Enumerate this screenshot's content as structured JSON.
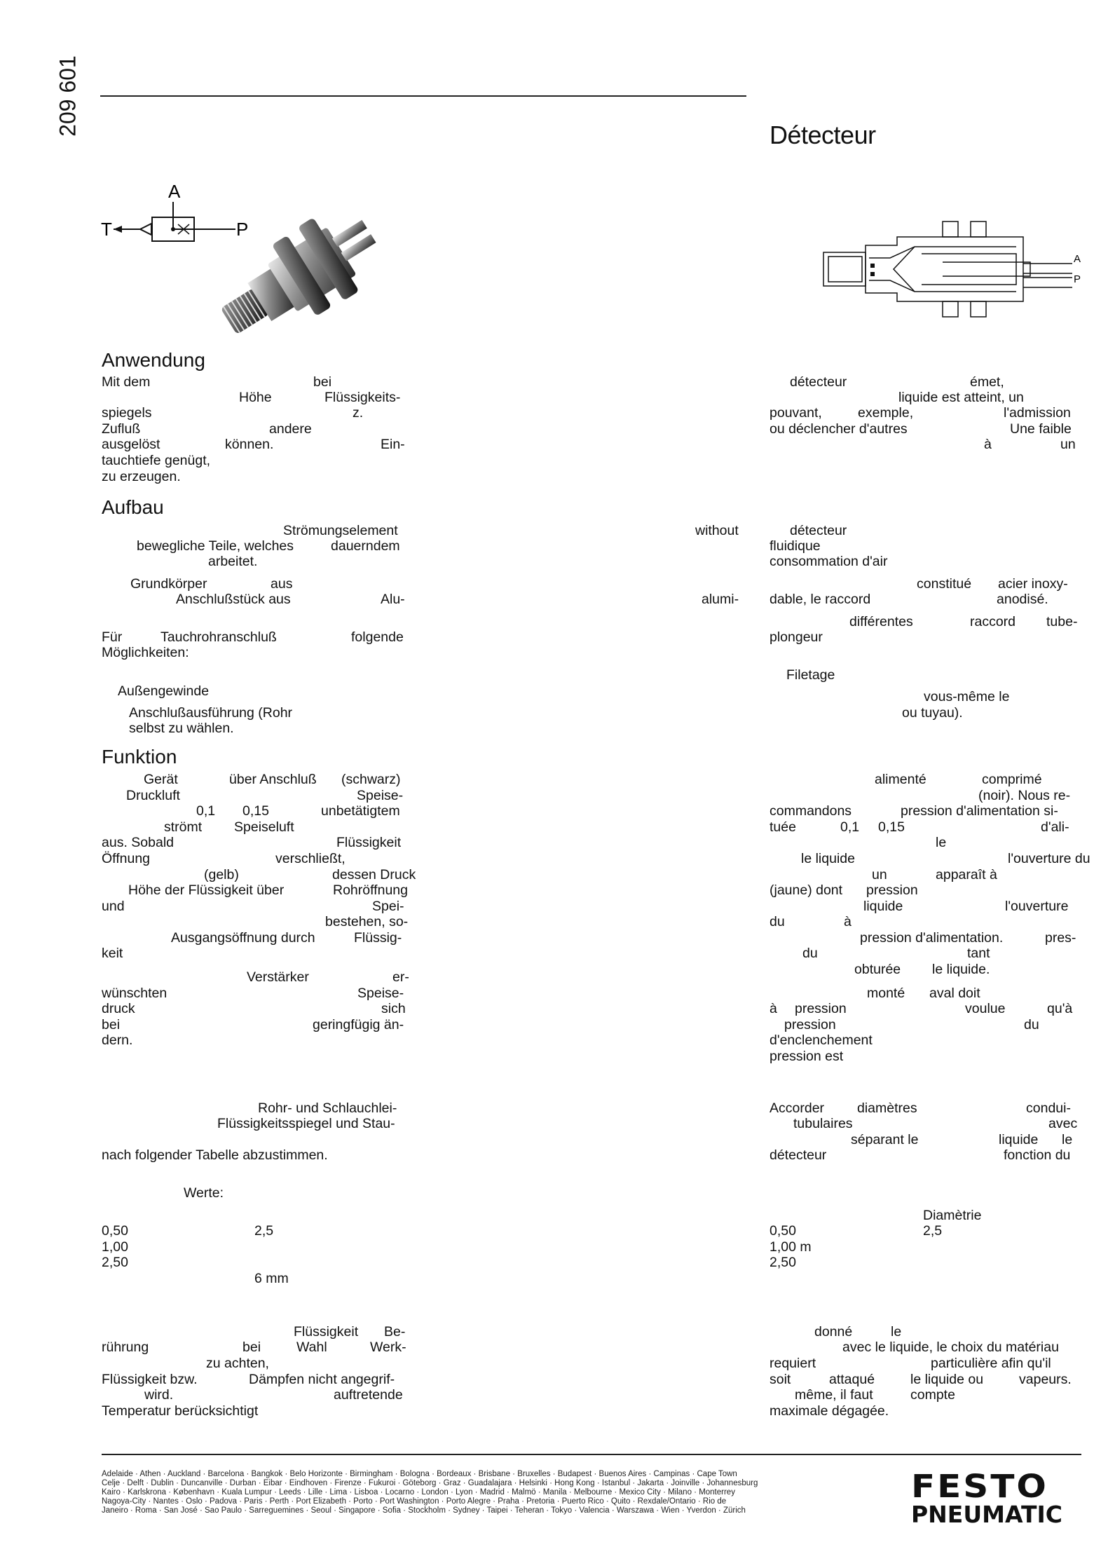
{
  "doc_number": "209 601",
  "title_fr": "Détecteur",
  "symbol": {
    "label_a": "A",
    "label_t": "T",
    "label_p": "P"
  },
  "section_drawing": {
    "label_a": "A",
    "label_p": "P"
  },
  "de": {
    "anwendung": {
      "heading": "Anwendung",
      "l1a": "Mit dem",
      "l1b": "bei",
      "l2a": "Höhe",
      "l2b": "Flüssigkeits-",
      "l3a": "spiegels",
      "l3b": "z.",
      "l4a": "Zufluß",
      "l4b": "andere",
      "l5a": "ausgelöst",
      "l5b": "können.",
      "l5c": "Ein-",
      "l6": "tauchtiefe genügt,",
      "l7": "zu erzeugen."
    },
    "aufbau": {
      "heading": "Aufbau",
      "l1": "Strömungselement",
      "l2a": "bewegliche Teile, welches",
      "l2b": "dauerndem",
      "l3": "arbeitet.",
      "l4a": "Grundkörper",
      "l4b": "aus",
      "l5a": "Anschlußstück aus",
      "l5b": "Alu-",
      "l6a": "Für",
      "l6b": "Tauchrohranschluß",
      "l6c": "folgende",
      "l7": "Möglichkeiten:",
      "l8": "Außengewinde",
      "l9": "Anschlußausführung (Rohr",
      "l10": "selbst zu wählen."
    },
    "funktion": {
      "heading": "Funktion",
      "l1a": "Gerät",
      "l1b": "über Anschluß",
      "l1c": "(schwarz)",
      "l2a": "Druckluft",
      "l2b": "Speise-",
      "l3a": "0,1",
      "l3b": "0,15",
      "l3c": "unbetätigtem",
      "l4a": "strömt",
      "l4b": "Speiseluft",
      "l5a": "aus. Sobald",
      "l5b": "Flüssigkeit",
      "l6a": "Öffnung",
      "l6b": "verschließt,",
      "l7a": "(gelb)",
      "l7b": "dessen Druck",
      "l8a": "Höhe der Flüssigkeit über",
      "l8b": "Rohröffnung",
      "l9a": "und",
      "l9b": "Spei-",
      "l10": "bestehen, so-",
      "l11a": "Ausgangsöffnung durch",
      "l11b": "Flüssig-",
      "l12": "keit",
      "l13a": "Verstärker",
      "l13b": "er-",
      "l14a": "wünschten",
      "l14b": "Speise-",
      "l15a": "druck",
      "l15b": "sich",
      "l16a": "bei",
      "l16b": "geringfügig än-",
      "l17": "dern."
    },
    "rohr": {
      "l1": "Rohr- und Schlauchlei-",
      "l2": "Flüssigkeitsspiegel und Stau-",
      "l3": "nach folgender Tabelle abzustimmen."
    },
    "table": {
      "header": "Werte:",
      "r1": "0,50",
      "r2": "1,00",
      "r3": "2,50",
      "c2": "2,5",
      "c3": "6 mm"
    },
    "material": {
      "l1a": "Flüssigkeit",
      "l1b": "Be-",
      "l2a": "rührung",
      "l2b": "bei",
      "l2c": "Wahl",
      "l2d": "Werk-",
      "l3": "zu achten,",
      "l4a": "Flüssigkeit bzw.",
      "l4b": "Dämpfen nicht angegrif-",
      "l5a": "wird.",
      "l5b": "auftretende",
      "l6": "Temperatur berücksichtigt"
    }
  },
  "fr": {
    "usage": {
      "l1a": "détecteur",
      "l1b": "émet,",
      "l2": "liquide est atteint, un",
      "l3a": "pouvant,",
      "l3b": "exemple,",
      "l3c": "l'admission",
      "l4a": "ou déclencher d'autres",
      "l4b": "Une faible",
      "l5a": "à",
      "l5b": "un"
    },
    "construction": {
      "en1": "without",
      "l1": "détecteur",
      "l2": "fluidique",
      "l3": "consommation d'air",
      "l4a": "constitué",
      "l4b": "acier inoxy-",
      "en2": "alumi-",
      "l5a": "dable, le raccord",
      "l5b": "anodisé.",
      "l6a": "différentes",
      "l6b": "raccord",
      "l6c": "tube-",
      "l7": "plongeur",
      "l8": "Filetage",
      "l9": "vous-même le",
      "l10": "ou tuyau)."
    },
    "fonction": {
      "l1a": "alimenté",
      "l1b": "comprimé",
      "l2": "(noir). Nous re-",
      "l3a": "commandons",
      "l3b": "pression d'alimentation si-",
      "l4a": "tuée",
      "l4b": "0,1",
      "l4c": "0,15",
      "l4d": "d'ali-",
      "l5": "le",
      "l6a": "le liquide",
      "l6b": "l'ouverture du",
      "l7a": "un",
      "l7b": "apparaît à",
      "l8a": "(jaune) dont",
      "l8b": "pression",
      "l9a": "liquide",
      "l9b": "l'ouverture",
      "l10a": "du",
      "l10b": "à",
      "l11a": "pression d'alimentation.",
      "l11b": "pres-",
      "l12a": "du",
      "l12b": "tant",
      "l13a": "obturée",
      "l13b": "le liquide.",
      "l14a": "monté",
      "l14b": "aval doit",
      "l15a": "à",
      "l15b": "pression",
      "l15c": "voulue",
      "l15d": "qu'à",
      "l16a": "pression",
      "l16b": "du",
      "l17": "d'enclenchement",
      "l18": "pression est"
    },
    "accorder": {
      "l1a": "Accorder",
      "l1b": "diamètres",
      "l1c": "condui-",
      "l2a": "tubulaires",
      "l2b": "avec",
      "l3a": "séparant le",
      "l3b": "liquide",
      "l3c": "le",
      "l4a": "détecteur",
      "l4b": "fonction du"
    },
    "table": {
      "header": "Diamètrie",
      "r1": "0,50",
      "r2": "1,00 m",
      "r3": "2,50",
      "c2": "2,5"
    },
    "material": {
      "l1a": "donné",
      "l1b": "le",
      "l2": "avec le liquide, le choix du matériau",
      "l3a": "requiert",
      "l3b": "particulière afin qu'il",
      "l4a": "soit",
      "l4b": "attaqué",
      "l4c": "le liquide ou",
      "l4d": "vapeurs.",
      "l5a": "même, il faut",
      "l5b": "compte",
      "l6": "maximale dégagée."
    }
  },
  "footer": {
    "cities": [
      "Adelaide · Athen · Auckland · Barcelona · Bangkok · Belo Horizonte · Birmingham · Bologna · Bordeaux · Brisbane · Bruxelles · Budapest · Buenos Aires · Campinas · Cape Town",
      "Celje · Delft · Dublin · Duncanville · Durban · Eibar · Eindhoven · Firenze · Fukuroi · Göteborg · Graz · Guadalajara · Helsinki · Hong Kong · Istanbul · Jakarta · Joinville · Johannesburg",
      "Kairo · Karlskrona · København · Kuala Lumpur · Leeds · Lille · Lima · Lisboa · Locarno · London · Lyon · Madrid · Malmö · Manila · Melbourne · Mexico City · Milano · Monterrey",
      "Nagoya-City · Nantes · Oslo · Padova · Paris · Perth · Port Elizabeth · Porto · Port Washington · Porto Alegre · Praha · Pretoria · Puerto Rico · Quito · Rexdale/Ontario · Rio de",
      "Janeiro · Roma · San José · Sao Paulo · Sarreguemines · Seoul · Singapore · Sofia · Stockholm · Sydney · Taipei · Teheran · Tokyo · Valencia · Warszawa · Wien · Yverdon · Zürich"
    ],
    "logo_line1": "FESTO",
    "logo_line2": "PNEUMATIC"
  }
}
